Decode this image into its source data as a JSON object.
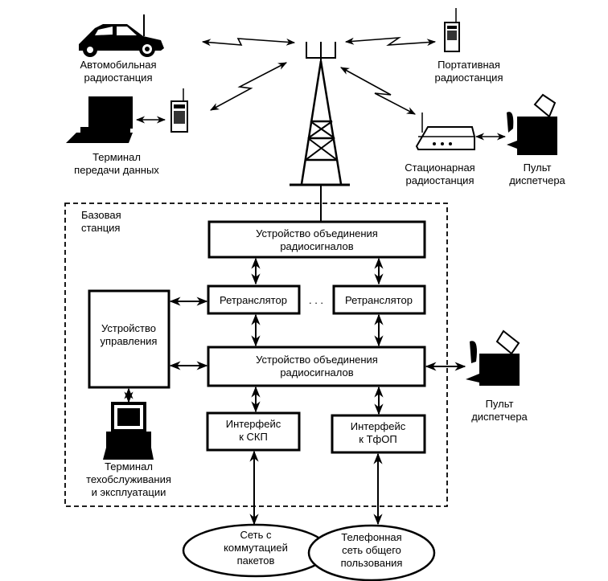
{
  "diagram": {
    "title": "",
    "devices": {
      "car_radio": {
        "line1": "Автомобильная",
        "line2": "радиостанция",
        "icon": "car-icon"
      },
      "data_terminal": {
        "line1": "Терминал",
        "line2": "передачи данных",
        "icon": "computer-icon"
      },
      "portable_radio": {
        "line1": "Портативная",
        "line2": "радиостанция",
        "icon": "handheld-radio-icon"
      },
      "stationary_radio": {
        "line1": "Стационарная",
        "line2": "радиостанция",
        "icon": "base-radio-icon"
      },
      "dispatcher_top": {
        "line1": "Пульт",
        "line2": "диспетчера",
        "icon": "dispatcher-desk-icon"
      },
      "dispatcher_right": {
        "line1": "Пульт",
        "line2": "диспетчера",
        "icon": "dispatcher-desk-icon"
      },
      "maintenance_terminal": {
        "line1": "Терминал",
        "line2": "техобслуживания",
        "line3": "и эксплуатации",
        "icon": "computer-icon"
      },
      "tower": {
        "icon": "antenna-tower-icon"
      }
    },
    "base_station": {
      "label_line1": "Базовая",
      "label_line2": "станция",
      "combiner_top": {
        "line1": "Устройство объединения",
        "line2": "радиосигналов"
      },
      "repeater_1": {
        "label": "Ретранслятор"
      },
      "ellipsis": ". . .",
      "repeater_2": {
        "label": "Ретранслятор"
      },
      "control_unit": {
        "line1": "Устройство",
        "line2": "управления"
      },
      "combiner_bottom": {
        "line1": "Устройство объединения",
        "line2": "радиосигналов"
      },
      "interface_packet": {
        "line1": "Интерфейс",
        "line2": "к СКП"
      },
      "interface_pstn": {
        "line1": "Интерфейс",
        "line2": "к ТфОП"
      }
    },
    "networks": {
      "packet_network": {
        "line1": "Сеть с",
        "line2": "коммутацией",
        "line3": "пакетов"
      },
      "pstn": {
        "line1": "Телефонная",
        "line2": "сеть общего",
        "line3": "пользования"
      }
    }
  }
}
